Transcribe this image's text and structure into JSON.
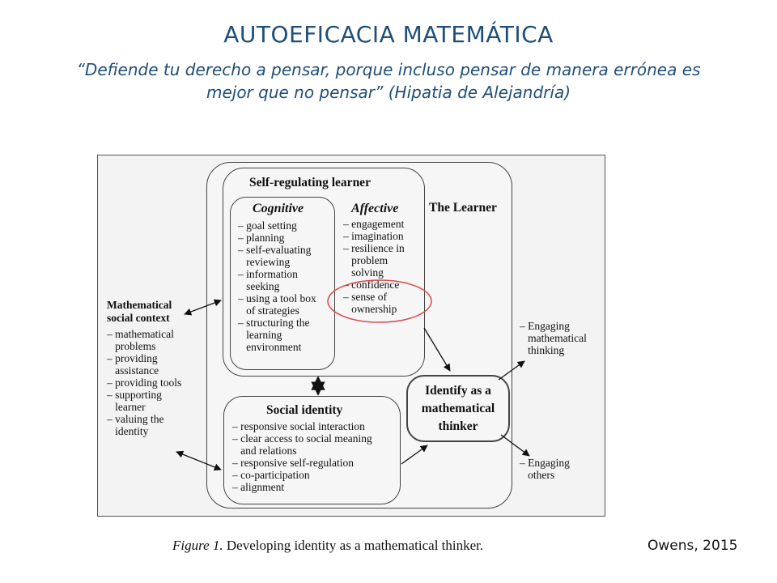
{
  "slide": {
    "title": "AUTOEFICACIA MATEMÁTICA",
    "quote_line1": "“Defiende tu derecho a pensar, porque incluso pensar de manera errónea es",
    "quote_line2": "mejor que no pensar” (Hipatia de Alejandría)",
    "credit": "Owens, 2015"
  },
  "figure": {
    "caption_label": "Figure 1.",
    "caption_text": " Developing identity as a mathematical thinker.",
    "learner_label": "The Learner",
    "self_regulating": {
      "title": "Self-regulating learner",
      "cognitive": {
        "title": "Cognitive",
        "items": [
          "– goal setting",
          "– planning",
          "– self-evaluating",
          "   reviewing",
          "– information",
          "   seeking",
          "– using a tool box",
          "   of strategies",
          "– structuring the",
          "   learning",
          "   environment"
        ]
      },
      "affective": {
        "title": "Affective",
        "items": [
          "– engagement",
          "– imagination",
          "– resilience in",
          "   problem",
          "   solving",
          "– confidence",
          "– sense of",
          "   ownership"
        ]
      }
    },
    "social_identity": {
      "title": "Social identity",
      "items": [
        "– responsive social interaction",
        "– clear access to social meaning",
        "   and relations",
        "– responsive self-regulation",
        "– co-participation",
        "– alignment"
      ]
    },
    "math_context": {
      "title_line1": "Mathematical",
      "title_line2": "social context",
      "items": [
        "– mathematical",
        "   problems",
        "– providing",
        "   assistance",
        "– providing tools",
        "– supporting",
        "   learner",
        "– valuing the",
        "   identity"
      ]
    },
    "identify": {
      "line1": "Identify as a",
      "line2": "mathematical",
      "line3": "thinker"
    },
    "outcomes": {
      "engaging_thinking": [
        "– Engaging",
        "   mathematical",
        "   thinking"
      ],
      "engaging_others": [
        "– Engaging",
        "   others"
      ]
    },
    "highlight_color": "#d94b4b"
  }
}
